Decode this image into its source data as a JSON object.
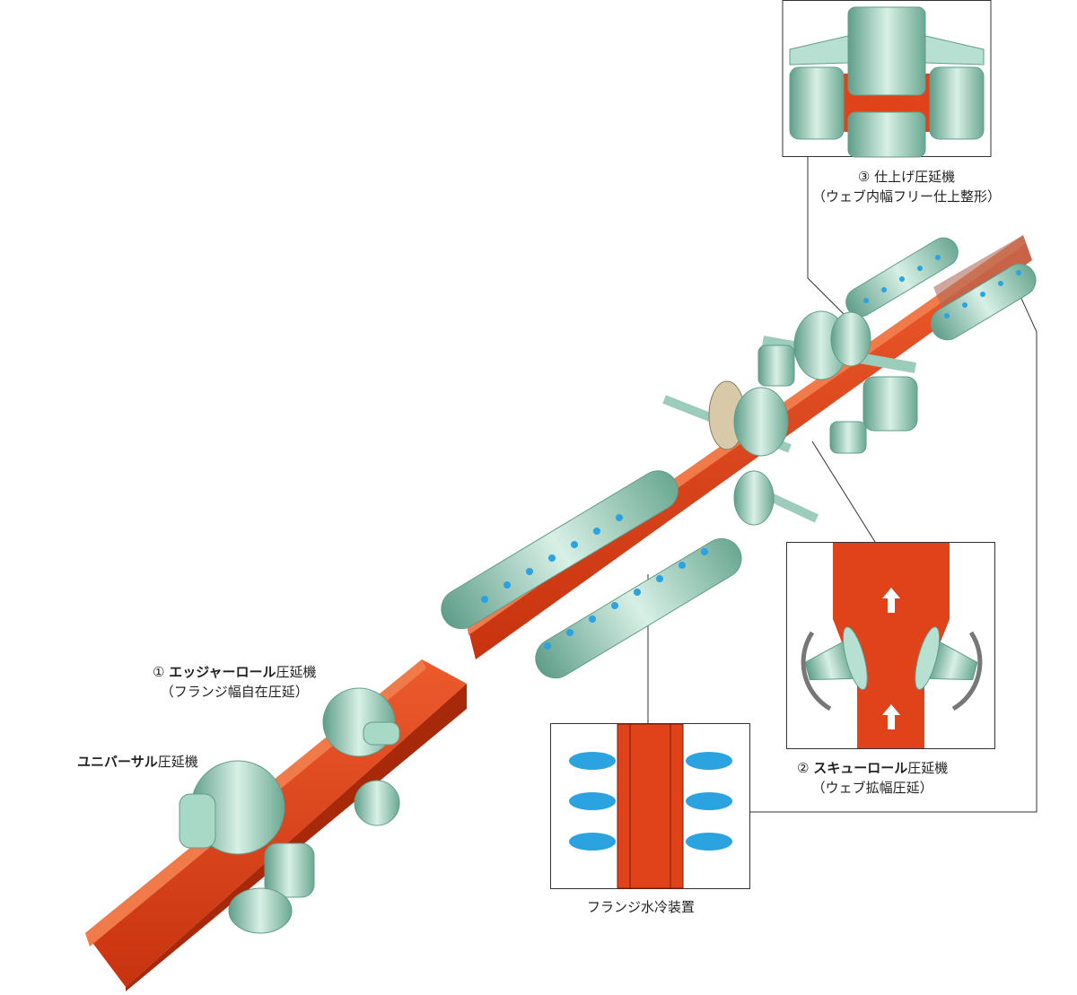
{
  "labels": {
    "finishing": {
      "num": "③",
      "title": "仕上げ圧延機",
      "sub": "（ウェブ内幅フリー仕上整形）"
    },
    "edger": {
      "num": "①",
      "title_bold": "エッジャーロール",
      "title": "圧延機",
      "sub": "（フランジ幅自在圧延）"
    },
    "universal": {
      "title_bold": "ユニバーサル",
      "title": "圧延機"
    },
    "skew": {
      "num": "②",
      "title_bold": "スキューロール",
      "title": "圧延機",
      "sub": "（ウェブ拡幅圧延）"
    },
    "cooling": {
      "title": "フランジ水冷装置"
    }
  },
  "colors": {
    "steel": "#e0421a",
    "roll": "#8fc9b5",
    "water": "#2aa3e0"
  }
}
